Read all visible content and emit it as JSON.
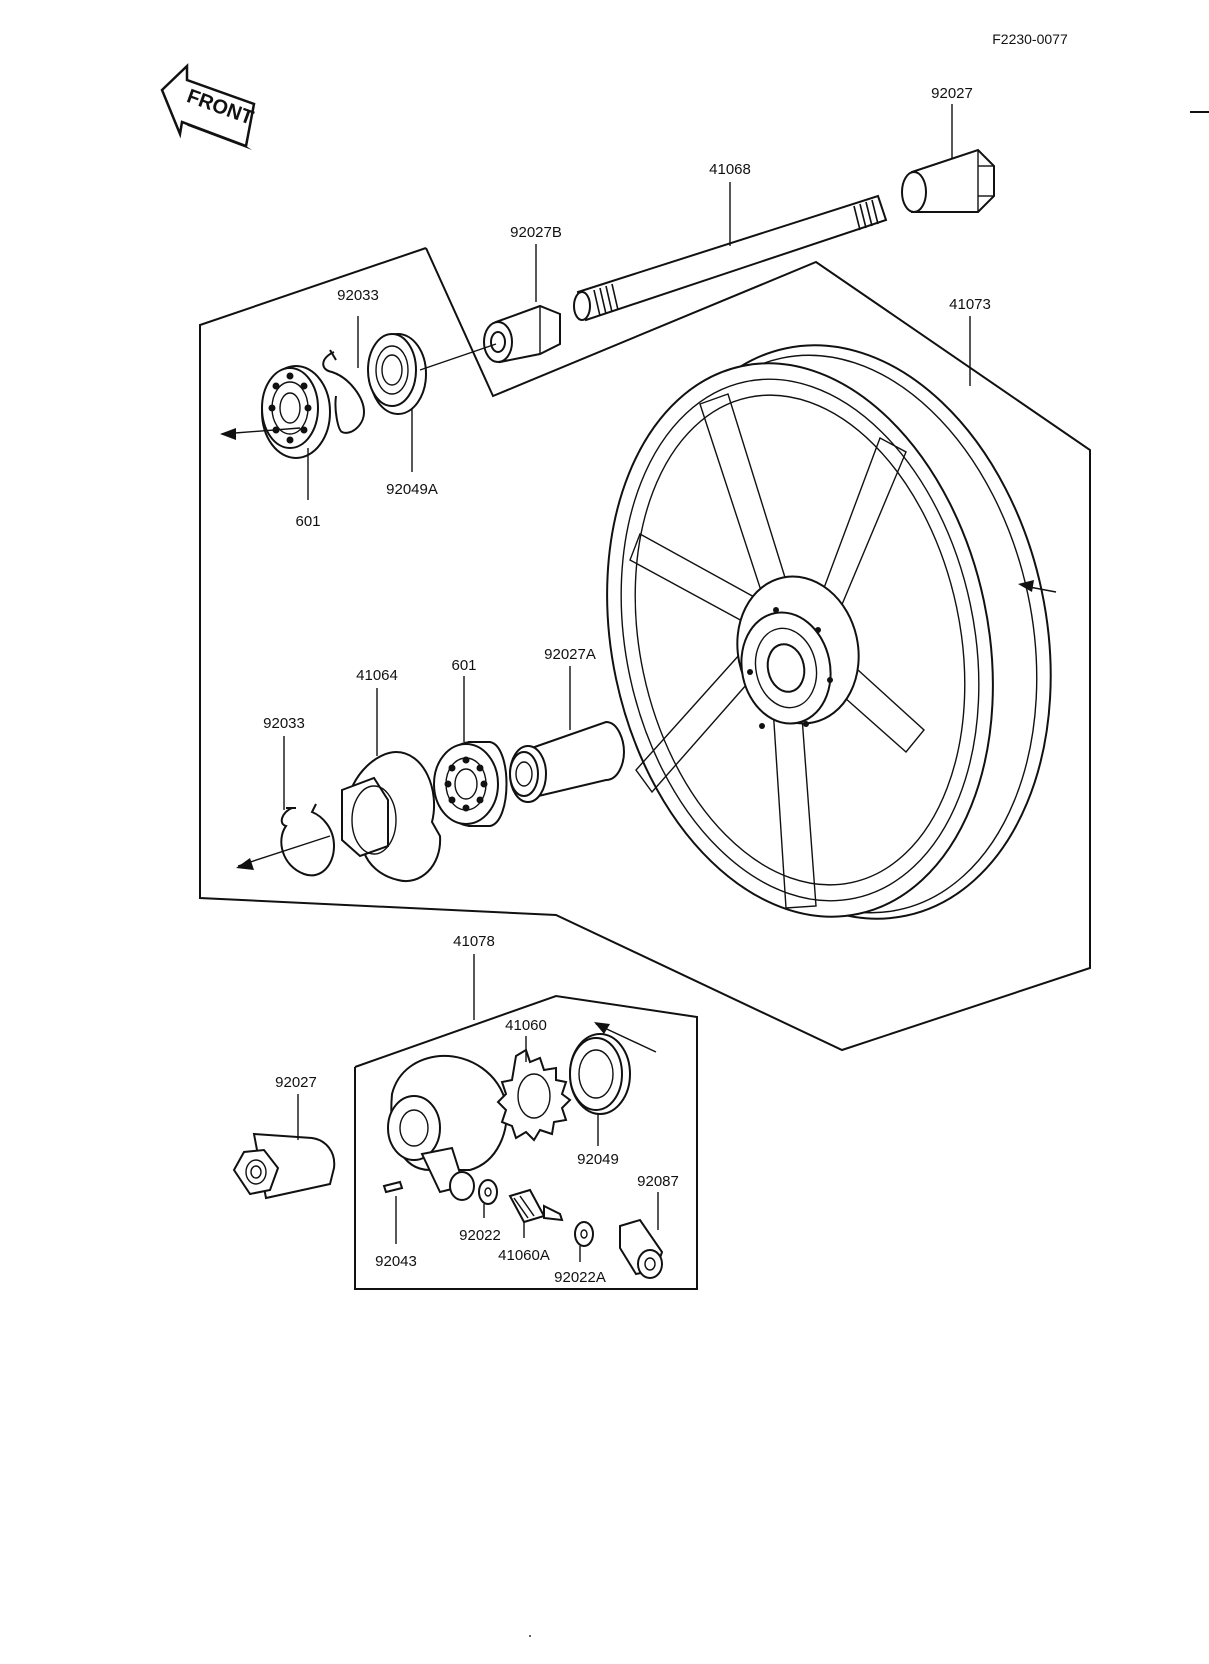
{
  "diagram": {
    "code": "F2230-0077",
    "front_label": "FRONT",
    "callouts": {
      "p92027_top": "92027",
      "p41068": "41068",
      "p92027B": "92027B",
      "p92033_top": "92033",
      "p41073": "41073",
      "p601_top": "601",
      "p92049A": "92049A",
      "p41064": "41064",
      "p601_mid": "601",
      "p92027A": "92027A",
      "p92033_mid": "92033",
      "p41078": "41078",
      "p41060": "41060",
      "p92027_bottom": "92027",
      "p92049": "92049",
      "p92087": "92087",
      "p92043": "92043",
      "p92022": "92022",
      "p41060A": "41060A",
      "p92022A": "92022A"
    }
  }
}
